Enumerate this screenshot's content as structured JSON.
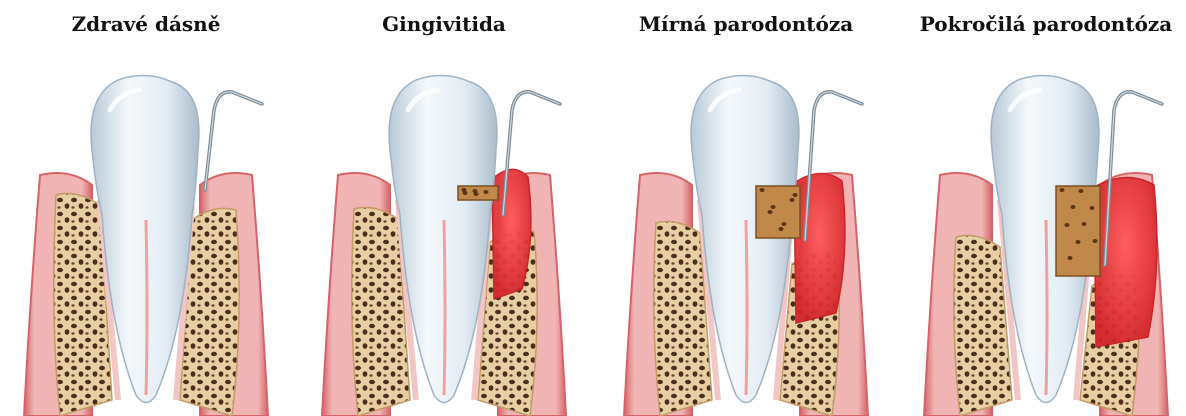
{
  "stages": [
    {
      "id": "healthy",
      "title": "Zdravé dásně",
      "severity": 0
    },
    {
      "id": "gingivitis",
      "title": "Gingivitida",
      "severity": 1
    },
    {
      "id": "mild",
      "title": "Mírná parodontóza",
      "severity": 2
    },
    {
      "id": "advanced",
      "title": "Pokročilá parodontóza",
      "severity": 3
    }
  ],
  "colors": {
    "gum": "#e89a9c",
    "gum_edge": "#d46467",
    "inflamed": "#e2383e",
    "bone": "#e7cfa3",
    "bone_pore": "#4a2e1c",
    "tooth": "#e9f1f7",
    "tooth_shade": "#b8c9d6",
    "tartar": "#c0894a",
    "probe": "#7d8b96"
  }
}
